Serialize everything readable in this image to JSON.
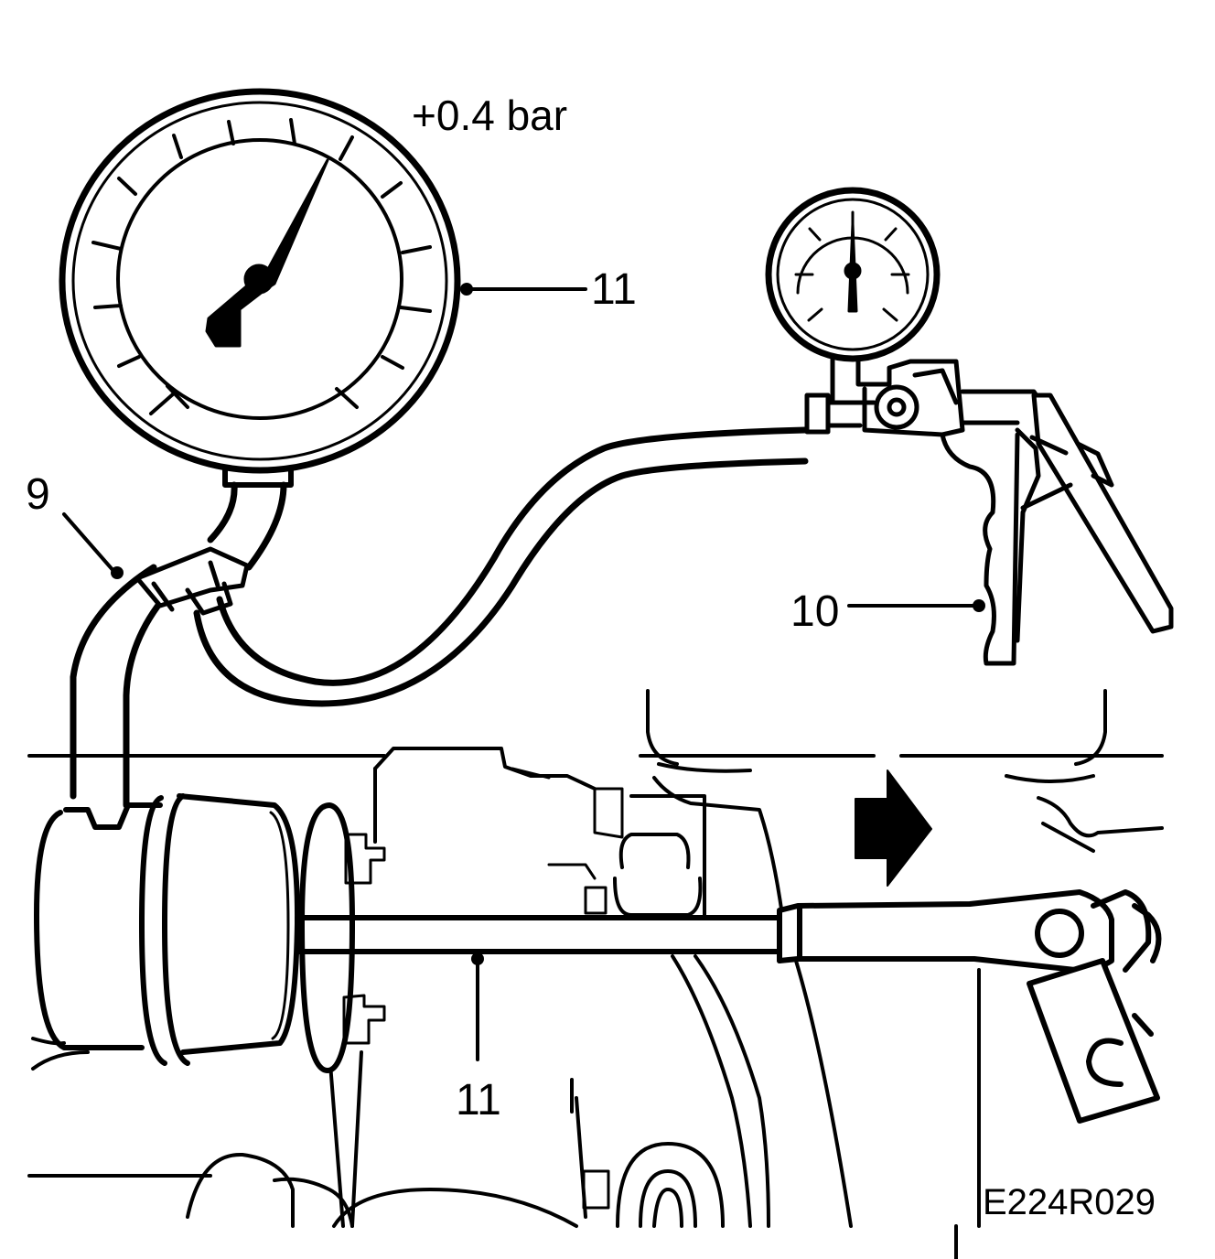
{
  "annotations": {
    "pressure": "+0.4 bar",
    "callout_gauge": "11",
    "callout_hose": "9",
    "callout_pump": "10",
    "callout_tool": "11",
    "drawing_code": "E224R029"
  },
  "colors": {
    "ink": "#000000",
    "paper": "#ffffff"
  },
  "icons": {
    "direction": "arrow-right-icon"
  }
}
